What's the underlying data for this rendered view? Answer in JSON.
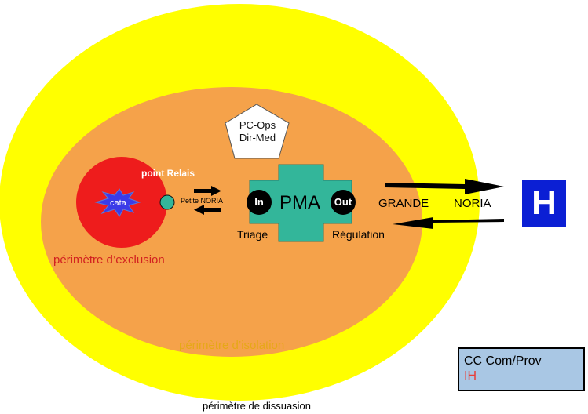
{
  "colors": {
    "dissuasion": "#ffff00",
    "isolation": "#f5a24a",
    "exclusion": "#ee1c1c",
    "pma": "#33b69a",
    "hospital": "#0b1fd4",
    "cc_box": "#a9c7e4",
    "ih": "#e8403a"
  },
  "zones": {
    "exclusion": "périmètre d’exclusion",
    "isolation": "périmètre d’isolation",
    "dissuasion": "périmètre de dissuasion"
  },
  "nodes": {
    "cata": "cata",
    "point_relais": "point Relais",
    "petite_noria": "Petite NORIA",
    "pc_ops": "PC-Ops",
    "dir_med": "Dir-Med",
    "pma": "PMA",
    "in": "In",
    "out": "Out",
    "triage": "Triage",
    "regulation": "Régulation",
    "grande": "GRANDE",
    "noria": "NORIA",
    "hospital": "H"
  },
  "legend_box": {
    "line1": "CC Com/Prov",
    "line2": "IH"
  }
}
